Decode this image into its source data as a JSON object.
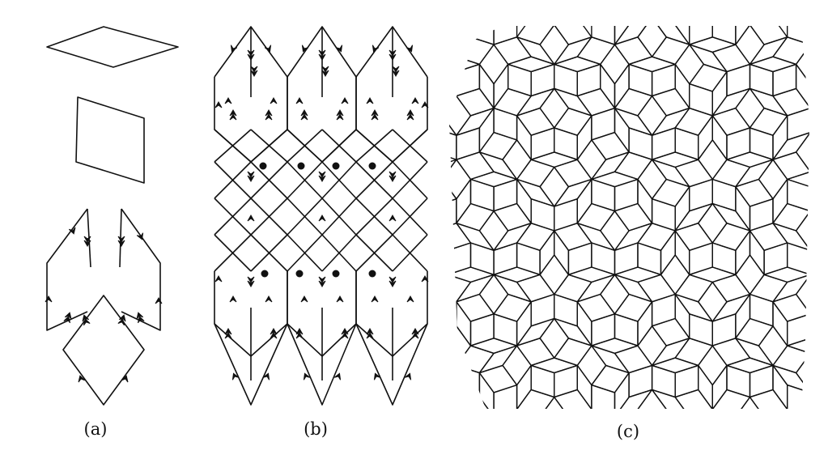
{
  "panels": [
    {
      "id": "a",
      "label": "(a)"
    },
    {
      "id": "b",
      "label": "(b)"
    },
    {
      "id": "c",
      "label": "(c)"
    }
  ],
  "colors": {
    "ink": "#111111",
    "background": "#ffffff"
  }
}
